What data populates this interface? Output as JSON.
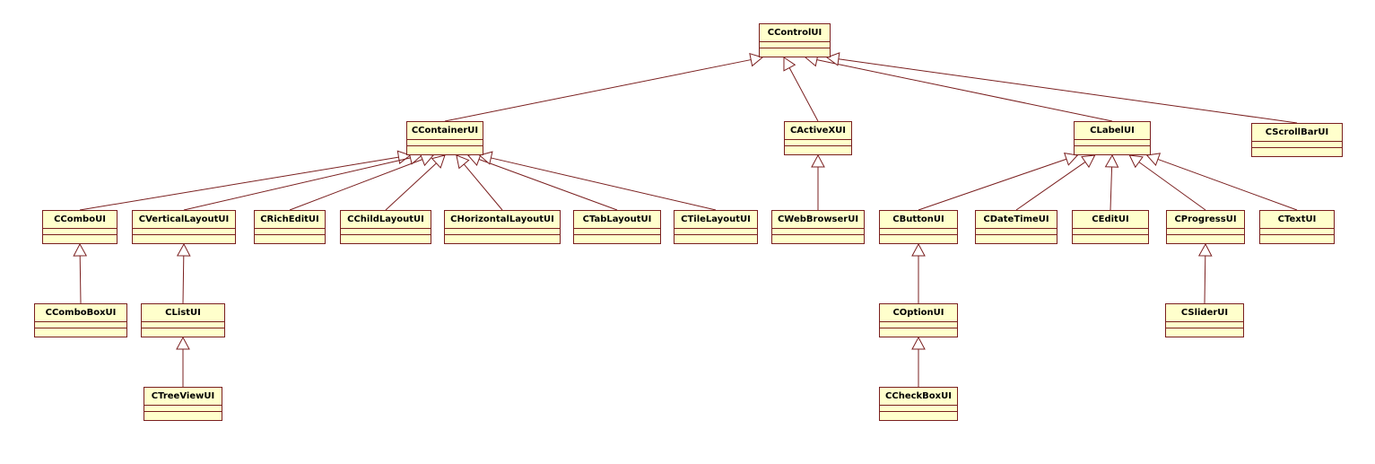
{
  "diagram": {
    "classes": [
      {
        "id": "CControlUI",
        "name": "CControlUI"
      },
      {
        "id": "CContainerUI",
        "name": "CContainerUI"
      },
      {
        "id": "CActiveXUI",
        "name": "CActiveXUI"
      },
      {
        "id": "CLabelUI",
        "name": "CLabelUI"
      },
      {
        "id": "CScrollBarUI",
        "name": "CScrollBarUI"
      },
      {
        "id": "CComboUI",
        "name": "CComboUI"
      },
      {
        "id": "CVerticalLayoutUI",
        "name": "CVerticalLayoutUI"
      },
      {
        "id": "CRichEditUI",
        "name": "CRichEditUI"
      },
      {
        "id": "CChildLayoutUI",
        "name": "CChildLayoutUI"
      },
      {
        "id": "CHorizontalLayoutUI",
        "name": "CHorizontalLayoutUI"
      },
      {
        "id": "CTabLayoutUI",
        "name": "CTabLayoutUI"
      },
      {
        "id": "CTileLayoutUI",
        "name": "CTileLayoutUI"
      },
      {
        "id": "CWebBrowserUI",
        "name": "CWebBrowserUI"
      },
      {
        "id": "CButtonUI",
        "name": "CButtonUI"
      },
      {
        "id": "CDateTimeUI",
        "name": "CDateTimeUI"
      },
      {
        "id": "CEditUI",
        "name": "CEditUI"
      },
      {
        "id": "CProgressUI",
        "name": "CProgressUI"
      },
      {
        "id": "CTextUI",
        "name": "CTextUI"
      },
      {
        "id": "CComboBoxUI",
        "name": "CComboBoxUI"
      },
      {
        "id": "CListUI",
        "name": "CListUI"
      },
      {
        "id": "COptionUI",
        "name": "COptionUI"
      },
      {
        "id": "CSliderUI",
        "name": "CSliderUI"
      },
      {
        "id": "CTreeViewUI",
        "name": "CTreeViewUI"
      },
      {
        "id": "CCheckBoxUI",
        "name": "CCheckBoxUI"
      }
    ],
    "inheritance": [
      {
        "child": "CContainerUI",
        "parent": "CControlUI"
      },
      {
        "child": "CActiveXUI",
        "parent": "CControlUI"
      },
      {
        "child": "CLabelUI",
        "parent": "CControlUI"
      },
      {
        "child": "CScrollBarUI",
        "parent": "CControlUI"
      },
      {
        "child": "CComboUI",
        "parent": "CContainerUI"
      },
      {
        "child": "CVerticalLayoutUI",
        "parent": "CContainerUI"
      },
      {
        "child": "CRichEditUI",
        "parent": "CContainerUI"
      },
      {
        "child": "CChildLayoutUI",
        "parent": "CContainerUI"
      },
      {
        "child": "CHorizontalLayoutUI",
        "parent": "CContainerUI"
      },
      {
        "child": "CTabLayoutUI",
        "parent": "CContainerUI"
      },
      {
        "child": "CTileLayoutUI",
        "parent": "CContainerUI"
      },
      {
        "child": "CWebBrowserUI",
        "parent": "CActiveXUI"
      },
      {
        "child": "CButtonUI",
        "parent": "CLabelUI"
      },
      {
        "child": "CDateTimeUI",
        "parent": "CLabelUI"
      },
      {
        "child": "CEditUI",
        "parent": "CLabelUI"
      },
      {
        "child": "CProgressUI",
        "parent": "CLabelUI"
      },
      {
        "child": "CTextUI",
        "parent": "CLabelUI"
      },
      {
        "child": "CComboBoxUI",
        "parent": "CComboUI"
      },
      {
        "child": "CListUI",
        "parent": "CVerticalLayoutUI"
      },
      {
        "child": "CTreeViewUI",
        "parent": "CListUI"
      },
      {
        "child": "COptionUI",
        "parent": "CButtonUI"
      },
      {
        "child": "CCheckBoxUI",
        "parent": "COptionUI"
      },
      {
        "child": "CSliderUI",
        "parent": "CProgressUI"
      }
    ],
    "colors": {
      "class_fill": "#ffffcc",
      "line": "#7a1f1f"
    }
  }
}
